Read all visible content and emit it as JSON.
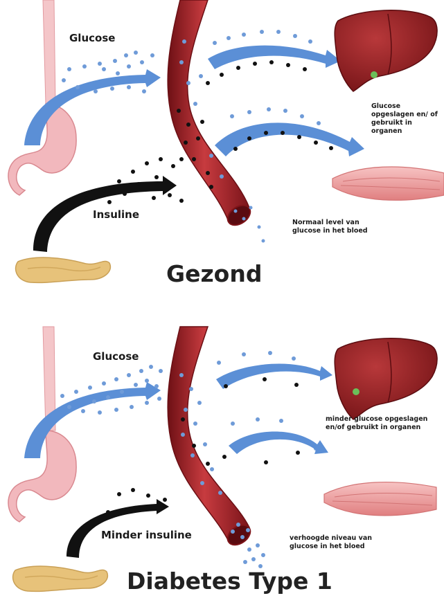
{
  "top": {
    "title": "Gezond",
    "glucose_label": "Glucose",
    "insulin_label": "Insuline",
    "organs_note": "Glucose opgeslagen en/ of gebruikt in organen",
    "blood_note": "Normaal level van glucose in het bloed"
  },
  "bottom": {
    "title": "Diabetes Type 1",
    "glucose_label": "Glucose",
    "insulin_label": "Minder insuline",
    "organs_note": "minder glucose opgeslagen en/of gebruikt in organen",
    "blood_note": "verhoogde niveau van glucose in het bloed"
  },
  "icons": [
    "esophagus-icon",
    "stomach-icon",
    "pancreas-icon",
    "blood-vessel-icon",
    "liver-icon",
    "muscle-icon"
  ],
  "colors": {
    "glucose_dot": "#6f9bd8",
    "glucose_arrow": "#5b8fd6",
    "insulin": "#111111",
    "vessel": "#a3262c",
    "liver": "#8e1a1d",
    "stomach": "#f2b8bd",
    "muscle": "#ef9a9a",
    "pancreas": "#e7c27a"
  }
}
